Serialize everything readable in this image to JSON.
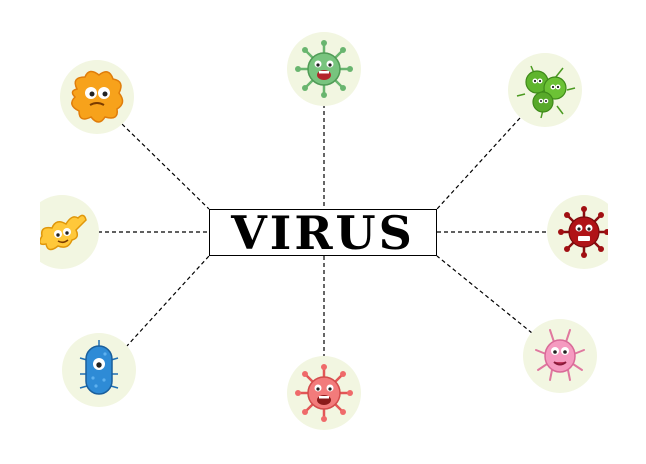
{
  "center": {
    "label": "VIRUS"
  },
  "colors": {
    "circle_bg": "#f2f6e1",
    "connector": "#000000",
    "orange": "#f7a21b",
    "orange_light": "#ffc83a",
    "green": "#69b56f",
    "lime": "#5fb52d",
    "red_dark": "#a10f12",
    "blue": "#2e8bd6",
    "coral": "#ef6a6a",
    "pink": "#f59ac0"
  },
  "nodes": [
    {
      "name": "virus-orange-blob",
      "icon": "orange-blob-virus-icon",
      "color": "orange"
    },
    {
      "name": "virus-green-spiky",
      "icon": "green-spiky-virus-icon",
      "color": "green"
    },
    {
      "name": "virus-lime-cluster",
      "icon": "lime-cluster-virus-icon",
      "color": "lime"
    },
    {
      "name": "virus-orange-branch",
      "icon": "orange-branch-virus-icon",
      "color": "orange_light"
    },
    {
      "name": "virus-red-dark",
      "icon": "dark-red-virus-icon",
      "color": "red_dark"
    },
    {
      "name": "virus-blue-rod",
      "icon": "blue-rod-virus-icon",
      "color": "blue"
    },
    {
      "name": "virus-coral-spiky",
      "icon": "coral-spiky-virus-icon",
      "color": "coral"
    },
    {
      "name": "virus-pink-monster",
      "icon": "pink-monster-virus-icon",
      "color": "pink"
    }
  ]
}
